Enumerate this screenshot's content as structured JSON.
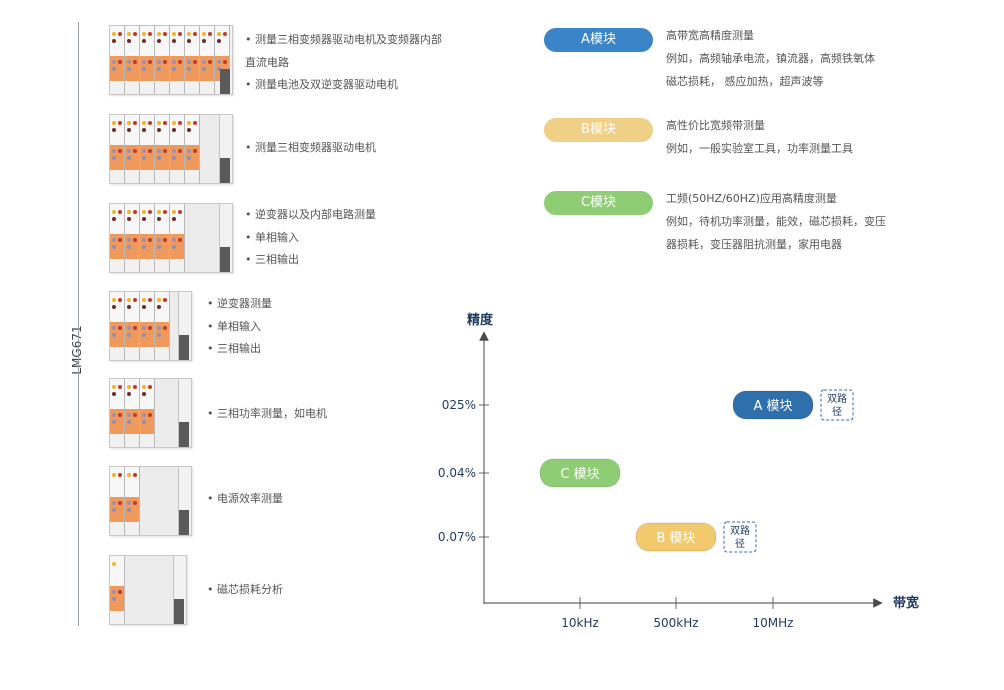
{
  "product": "LMG671",
  "configs": [
    {
      "bullets": [
        "• 测量三相变频器驱动电机及变频器内部",
        "直流电路",
        "• 测量电池及双逆变器驱动电机"
      ]
    },
    {
      "bullets": [
        "• 测量三相变频器驱动电机"
      ]
    },
    {
      "bullets": [
        "• 逆变器以及内部电路测量",
        "• 单相输入",
        "• 三相输出"
      ]
    },
    {
      "bullets": [
        "• 逆变器测量",
        "• 单相输入",
        "• 三相输出"
      ]
    },
    {
      "bullets": [
        "• 三相功率测量，如电机"
      ]
    },
    {
      "bullets": [
        "• 电源效率测量"
      ]
    },
    {
      "bullets": [
        "• 磁芯损耗分析"
      ]
    }
  ],
  "modules": [
    {
      "label": "A模块",
      "color": "#3a85c7",
      "lines": [
        "高带宽高精度测量",
        "例如，高频轴承电流，镇流器，高频铁氧体",
        "磁芯损耗， 感应加热，超声波等"
      ]
    },
    {
      "label": "B模块",
      "color": "#f0cf86",
      "lines": [
        "高性价比宽频带测量",
        "例如，一般实验室工具，功率测量工具"
      ]
    },
    {
      "label": "C模块",
      "color": "#8fcd74",
      "lines": [
        "工频(50HZ/60HZ)应用高精度测量",
        "例如，待机功率测量，能效，磁芯损耗，变压",
        "器损耗，变压器阻抗测量，家用电器"
      ]
    }
  ],
  "chart_data": {
    "type": "scatter",
    "ylabel": "精度",
    "xlabel": "带宽",
    "x_ticks": [
      "10kHz",
      "500kHz",
      "10MHz"
    ],
    "y_ticks": [
      "025%",
      "0.04%",
      "0.07%"
    ],
    "points": [
      {
        "label": "A 模块",
        "x": "10MHz",
        "y": "025%",
        "color": "#2f6fab",
        "badge": [
          "双路",
          "径"
        ]
      },
      {
        "label": "C 模块",
        "x": "10kHz",
        "y": "0.04%",
        "color": "#8fcd74"
      },
      {
        "label": "B 模块",
        "x": "500kHz",
        "y": "0.07%",
        "color": "#f3c96e",
        "badge": [
          "双路",
          "径"
        ]
      }
    ]
  }
}
